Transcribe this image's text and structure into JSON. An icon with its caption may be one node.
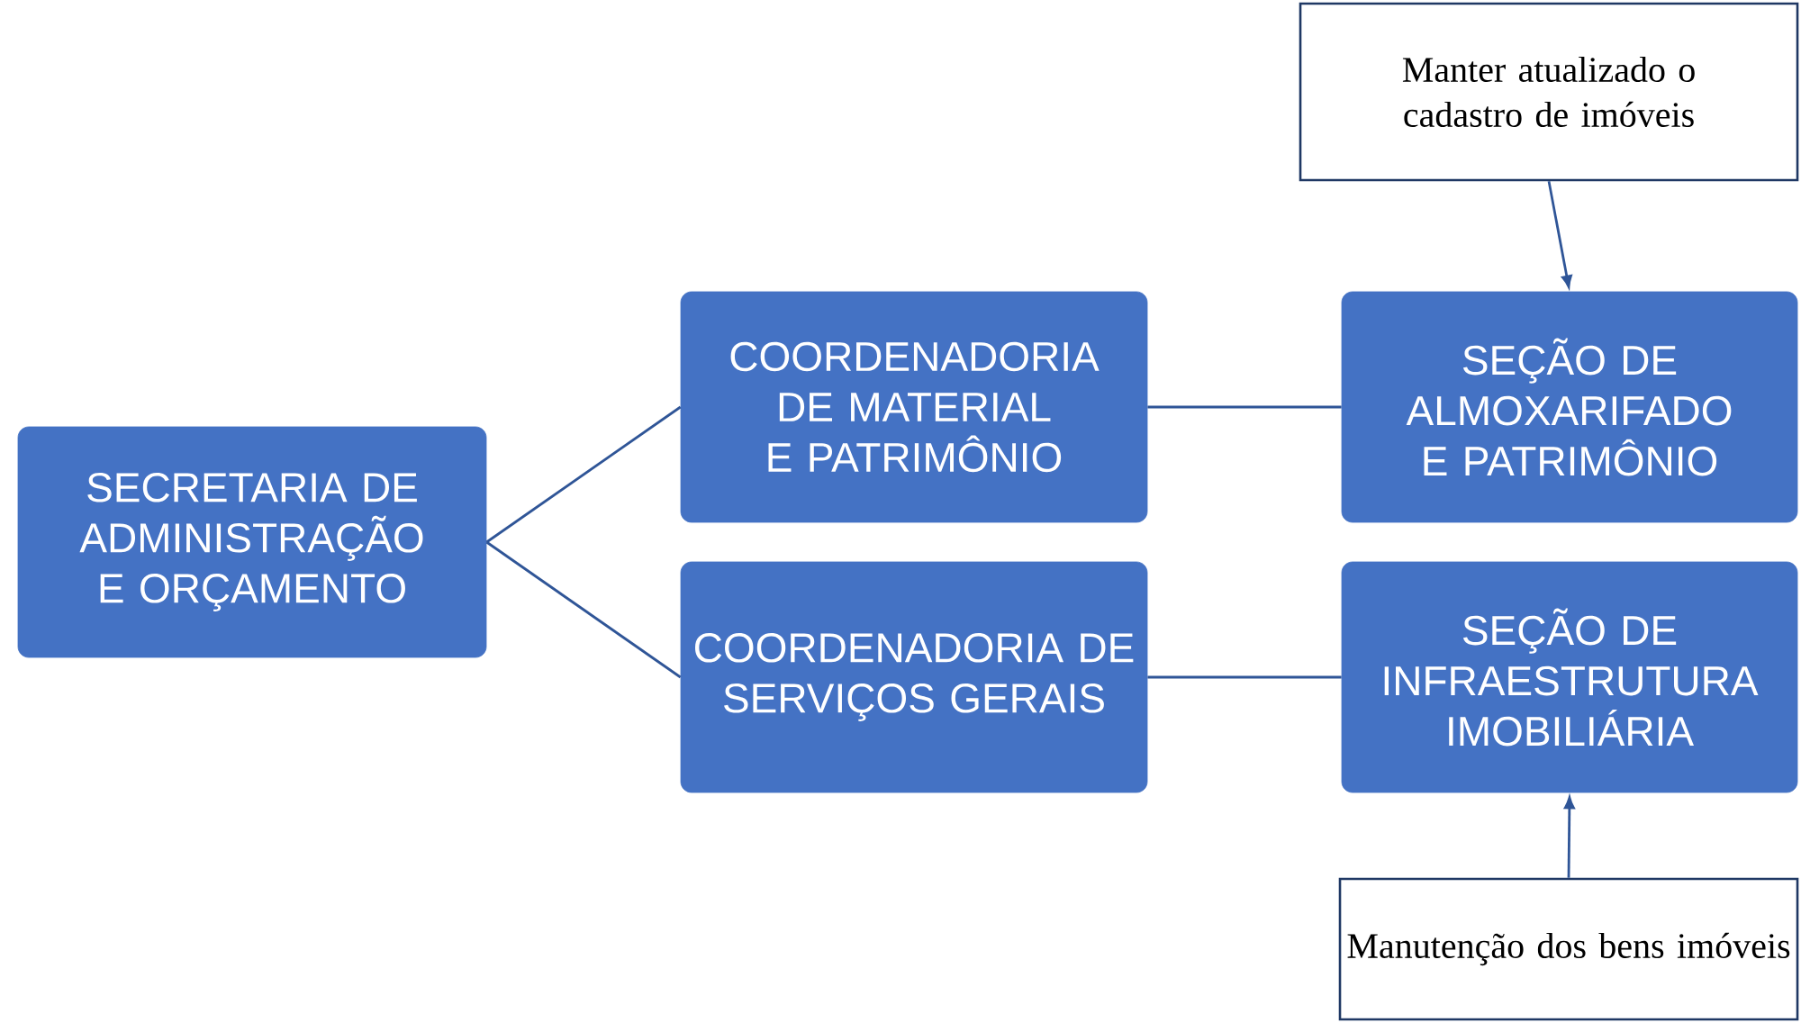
{
  "diagram": {
    "nodes": [
      {
        "text": [
          "Manter atualizado o cadastro de imóveis"
        ]
      },
      {
        "text": [
          "SECRETARIA DE ADMINISTRAÇÃO E ORÇAMENTO"
        ]
      },
      {
        "text": [
          "COORDENADORIA DE MATERIAL E PATRIMÔNIO"
        ]
      },
      {
        "text": [
          "COORDENADORIA DE SERVIÇOS GERAIS"
        ]
      },
      {
        "text": [
          "SEÇÃO DE ALMOXARIFADO E PATRIMÔNIO"
        ]
      },
      {
        "text": [
          "SEÇÃO DE INFRAESTRUTURA IMOBILIÁRIA"
        ]
      },
      {
        "text": [
          "Manutenção dos bens imóveis"
        ]
      }
    ],
    "edges": [
      {
        "from": 1,
        "to": 2,
        "arrow": "none"
      },
      {
        "from": 1,
        "to": 3,
        "arrow": "none"
      },
      {
        "from": 2,
        "to": 4,
        "arrow": "none"
      },
      {
        "from": 3,
        "to": 5,
        "arrow": "none"
      },
      {
        "from": 0,
        "to": 4,
        "arrow": "to"
      },
      {
        "from": 6,
        "to": 5,
        "arrow": "to"
      }
    ]
  }
}
